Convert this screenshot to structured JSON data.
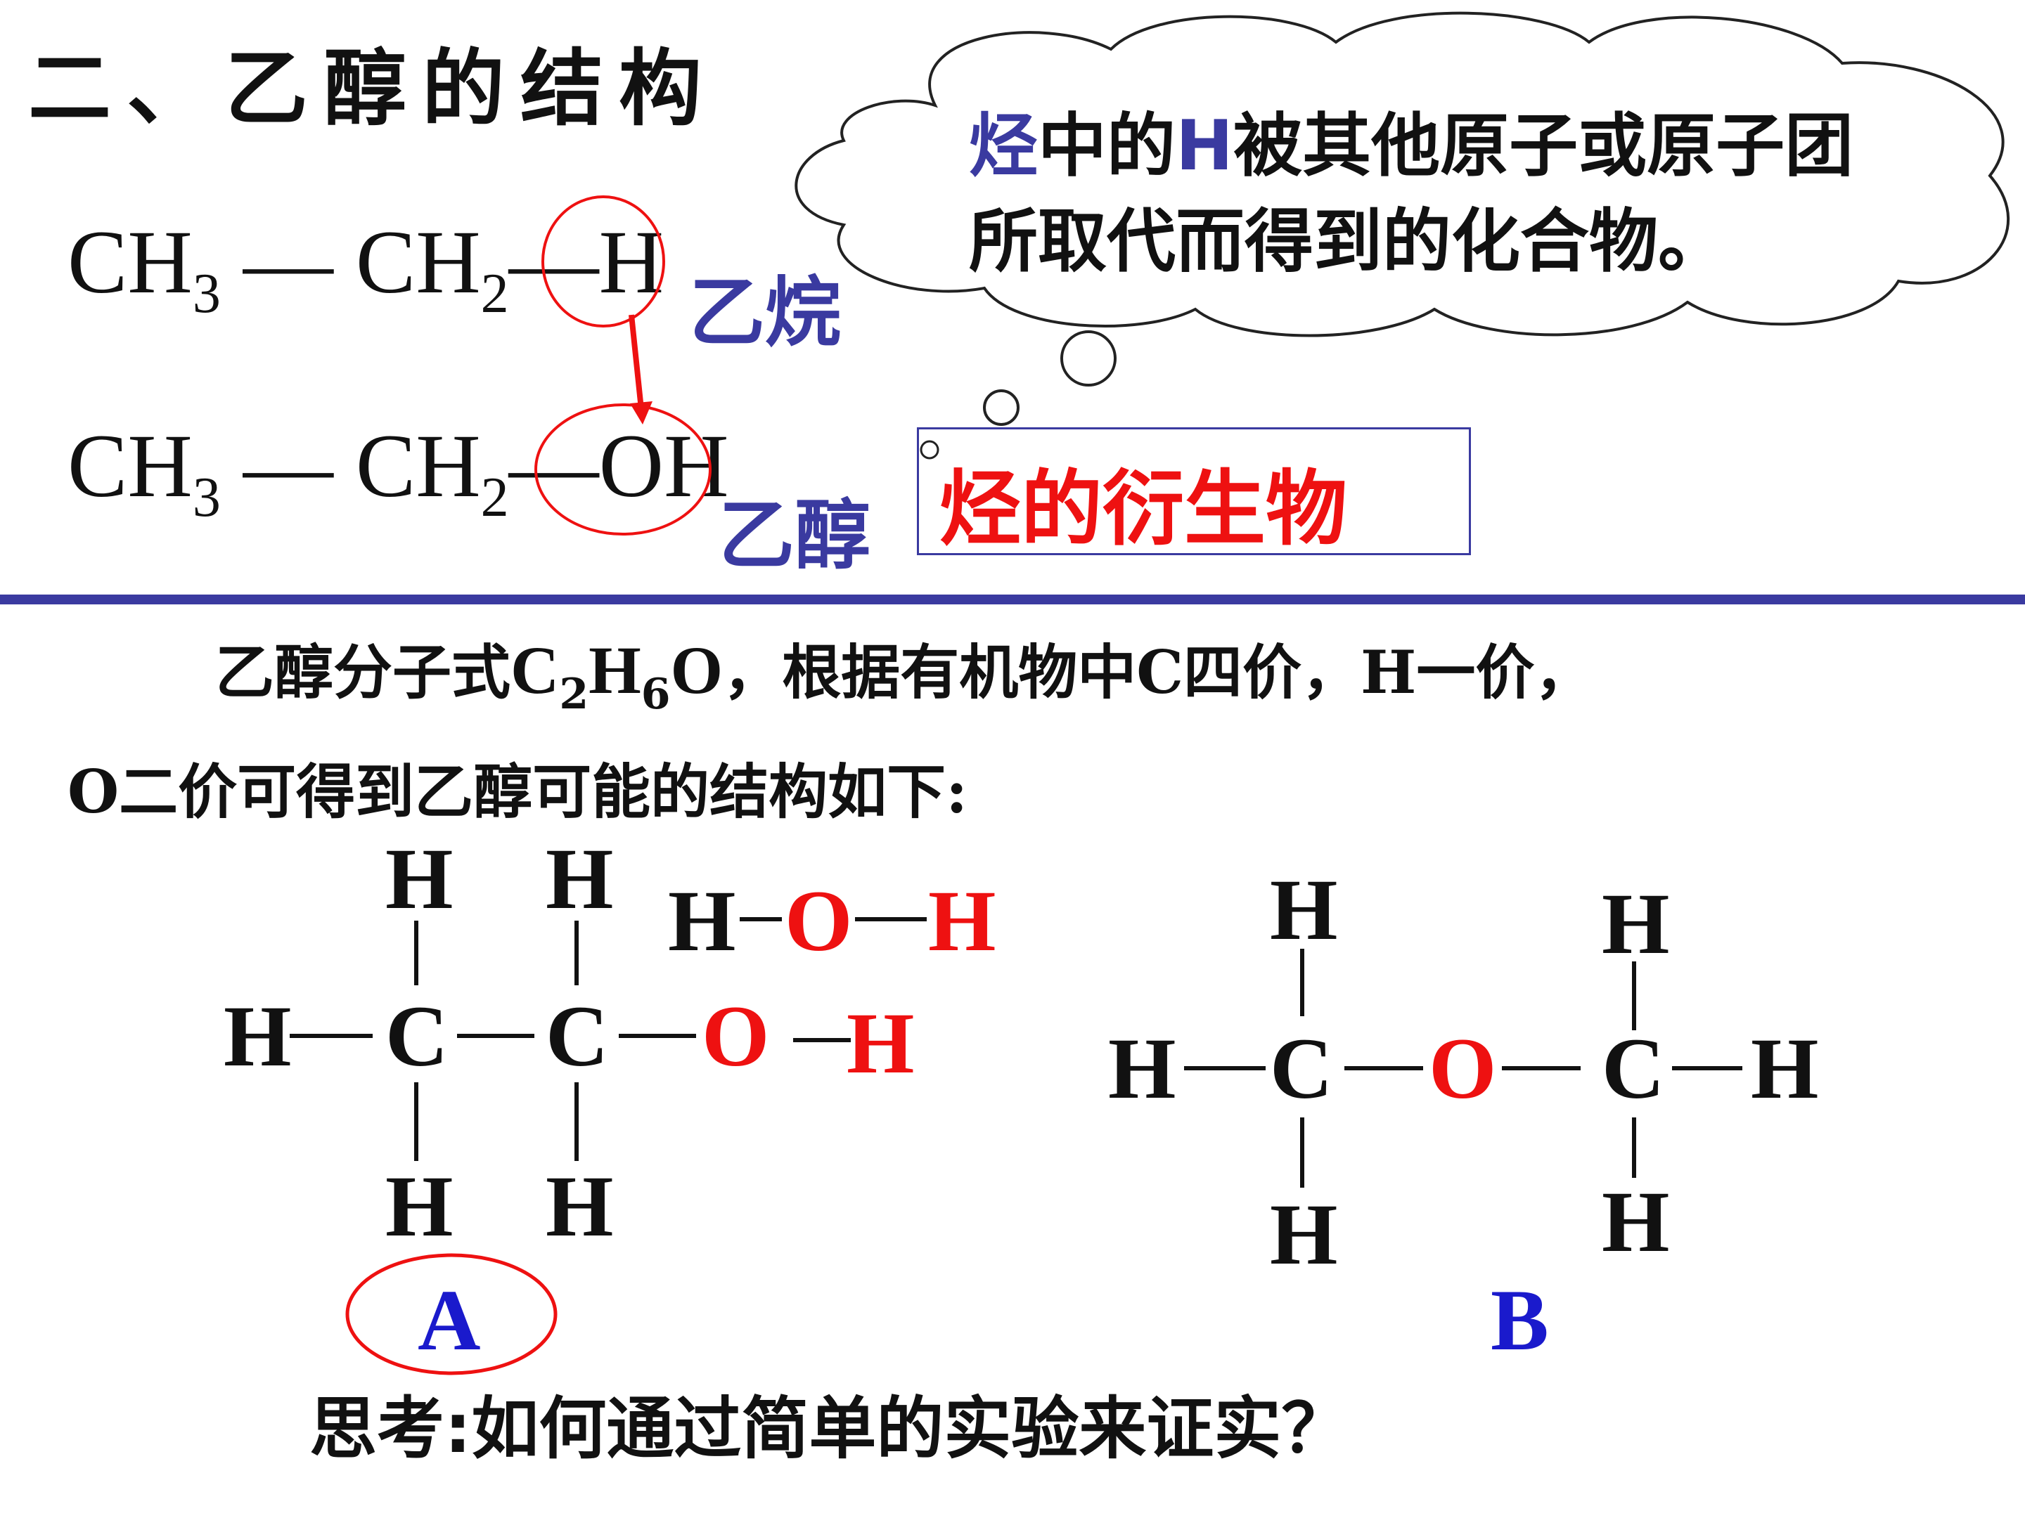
{
  "title": "二、乙醇的结构",
  "ethane": {
    "ch3": "CH",
    "sub3": "3",
    "bond": " — ",
    "ch2": "CH",
    "sub2": "2",
    "end": "—H",
    "name": "乙烷"
  },
  "ethanol": {
    "ch3": "CH",
    "sub3": "3",
    "bond": " — ",
    "ch2": "CH",
    "sub2": "2",
    "end": "—OH",
    "name": "乙醇"
  },
  "cloud": {
    "hl1": "烃",
    "part1": "中的",
    "hl2": "H",
    "part2": "被其他原子或原子团",
    "line2": "所取代而得到的化合物。"
  },
  "derivative_label": "烃的衍生物",
  "paragraph": {
    "line1_pre": "乙醇分子式",
    "formula_c": "C",
    "formula_c_sub": "2",
    "formula_h": "H",
    "formula_h_sub": "6",
    "formula_o": "O",
    "line1_post": "，根据有机物中C四价，H一价，",
    "line2": "O二价可得到乙醇可能的结构如下:"
  },
  "structure_a": {
    "atoms": {
      "h": "H",
      "c": "C",
      "o": "O"
    },
    "water": {
      "h1": "H",
      "o": "O",
      "h2": "H"
    },
    "label": "A"
  },
  "structure_b": {
    "atoms": {
      "h": "H",
      "c": "C",
      "o": "O"
    },
    "label": "B"
  },
  "question": "思考:如何通过简单的实验来证实？",
  "colors": {
    "blue": "#3a3aa0",
    "red": "#ee1111",
    "label_blue": "#1a1acc"
  }
}
